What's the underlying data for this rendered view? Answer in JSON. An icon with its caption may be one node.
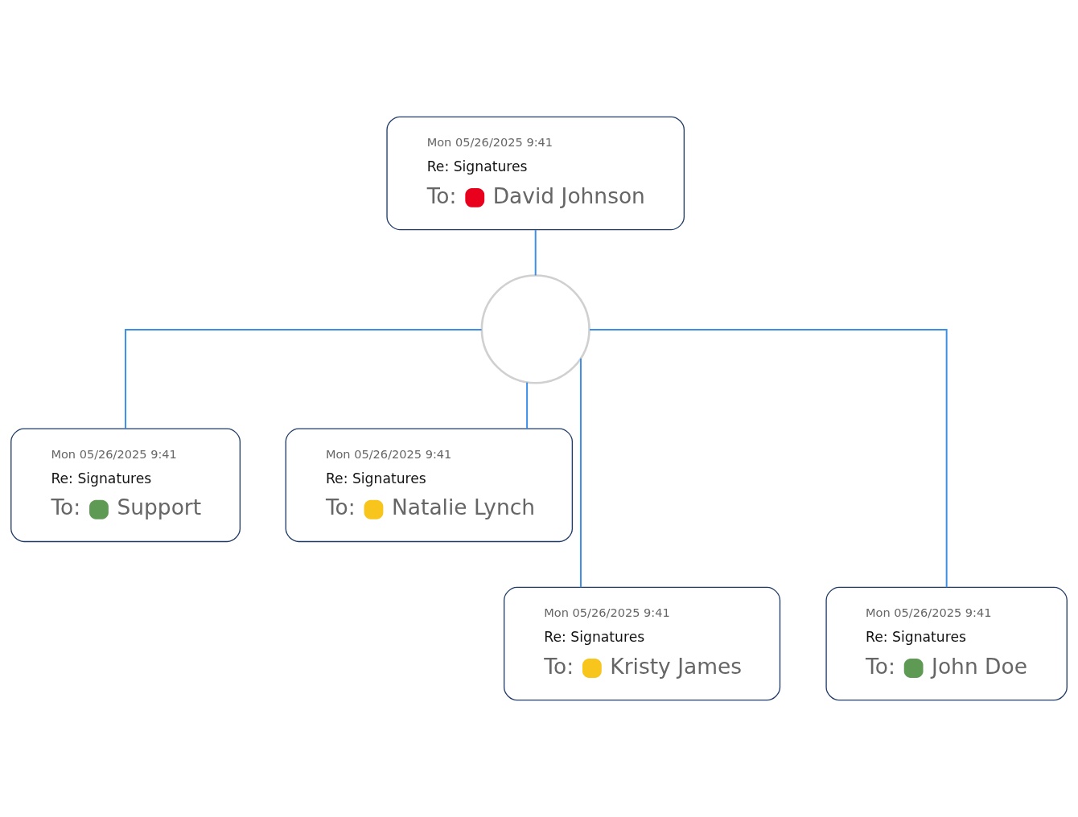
{
  "diagram": {
    "nodes": [
      {
        "text": [
          "Mon 05/26/2025 9:41",
          "Re: Signatures",
          "To:",
          "David Johnson"
        ]
      },
      {
        "text": [],
        "shape": "circle"
      },
      {
        "text": [
          "Mon 05/26/2025 9:41",
          "Re: Signatures",
          "To:",
          "Support"
        ]
      },
      {
        "text": [
          "Mon 05/26/2025 9:41",
          "Re: Signatures",
          "To:",
          "Natalie Lynch"
        ]
      },
      {
        "text": [
          "Mon 05/26/2025 9:41",
          "Re: Signatures",
          "To:",
          "Kristy James"
        ]
      },
      {
        "text": [
          "Mon 05/26/2025 9:41",
          "Re: Signatures",
          "To:",
          "John Doe"
        ]
      }
    ],
    "edges": [
      {
        "from": 0,
        "to": 1,
        "arrow": "none"
      },
      {
        "from": 1,
        "to": 2,
        "arrow": "none"
      },
      {
        "from": 1,
        "to": 3,
        "arrow": "none"
      },
      {
        "from": 1,
        "to": 4,
        "arrow": "none"
      },
      {
        "from": 1,
        "to": 5,
        "arrow": "none"
      }
    ]
  }
}
